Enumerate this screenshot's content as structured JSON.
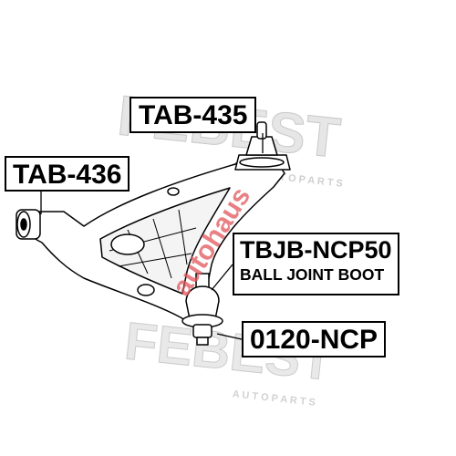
{
  "parts": [
    {
      "part_number": "TAB-435"
    },
    {
      "part_number": "TAB-436"
    },
    {
      "part_number": "TBJB-NCP50",
      "description": "BALL JOINT BOOT"
    },
    {
      "part_number": "0120-NCP"
    }
  ],
  "watermarks": {
    "brand": "FEBEST",
    "tagline": "A U T O   P A R T S",
    "site": "autohaus"
  },
  "colors": {
    "line": "#000000",
    "watermark": "#dcdcdc",
    "site_watermark": "#e0565b",
    "background": "#ffffff"
  }
}
